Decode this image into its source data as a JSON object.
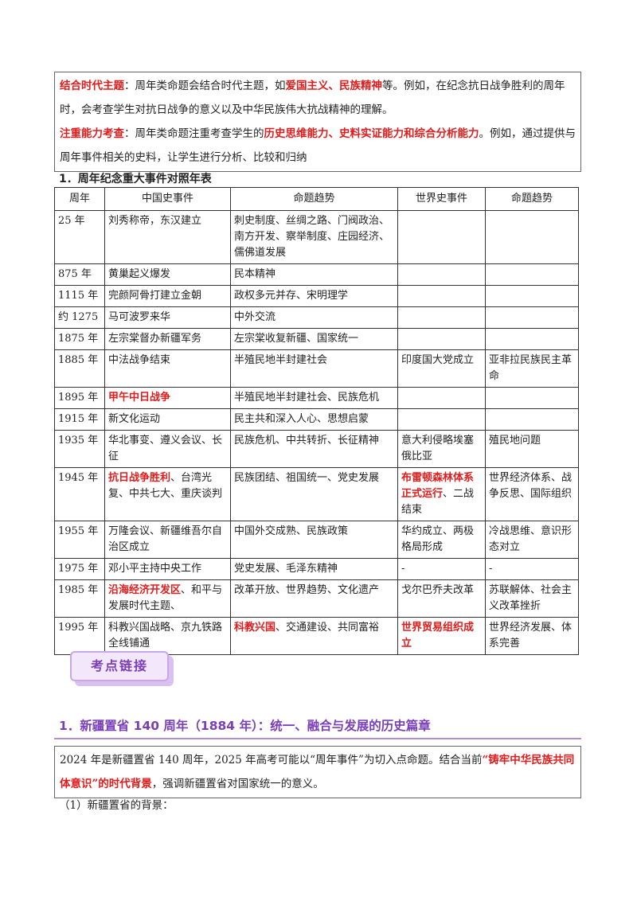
{
  "intro": {
    "p1_label": "结合时代主题",
    "p1_a": "：周年类命题会结合时代主题，如",
    "p1_hl": "爱国主义、民族精神",
    "p1_b": "等。例如，在纪念抗日战争胜利的周年时，会考查学生对抗日战争的意义以及中华民族伟大抗战精神的理解。",
    "p2_label": "注重能力考查",
    "p2_a": "：周年类命题注重考查学生的",
    "p2_hl": "历史思维能力、史料实证能力和综合分析能力",
    "p2_b": "。例如，通过提供与周年事件相关的史料，让学生进行分析、比较和归纳"
  },
  "table_title": "1．周年纪念重大事件对照年表",
  "table": {
    "headers": [
      "周年",
      "中国史事件",
      "命题趋势",
      "世界史事件",
      "命题趋势"
    ],
    "rows": [
      {
        "year": "25 年",
        "cn": "刘秀称帝，东汉建立",
        "cn_trend": "刺史制度、丝绸之路、门阀政治、南方开发、察举制度、庄园经济、儒佛道发展",
        "world": "",
        "world_trend": ""
      },
      {
        "year": "875 年",
        "cn": "黄巢起义爆发",
        "cn_trend": "民本精神",
        "world": "",
        "world_trend": ""
      },
      {
        "year": "1115 年",
        "cn": "完颜阿骨打建立金朝",
        "cn_trend": "政权多元并存、宋明理学",
        "world": "",
        "world_trend": ""
      },
      {
        "year": "约 1275",
        "cn": "马可波罗来华",
        "cn_trend": "中外交流",
        "world": "",
        "world_trend": ""
      },
      {
        "year": "1875 年",
        "cn": "左宗棠督办新疆军务",
        "cn_trend": "左宗棠收复新疆、国家统一",
        "world": "",
        "world_trend": ""
      },
      {
        "year": "1885 年",
        "cn": "中法战争结束",
        "cn_trend": "半殖民地半封建社会",
        "world": "印度国大党成立",
        "world_trend": "亚非拉民族民主革命"
      },
      {
        "year": "1895 年",
        "cn_hl": "甲午中日战争",
        "cn": "",
        "cn_trend": "半殖民地半封建社会、民族危机",
        "world": "",
        "world_trend": ""
      },
      {
        "year": "1915 年",
        "cn": "新文化运动",
        "cn_trend": "民主共和深入人心、思想启蒙",
        "world": "",
        "world_trend": ""
      },
      {
        "year": "1935 年",
        "cn": "华北事变、遵义会议、长征",
        "cn_trend": "民族危机、中共转折、长征精神",
        "world": "意大利侵略埃塞俄比亚",
        "world_trend": "殖民地问题"
      },
      {
        "year": "1945 年",
        "cn_hl": "抗日战争胜利",
        "cn": "、台湾光复、中共七大、重庆谈判",
        "cn_trend": "民族团结、祖国统一、党史发展",
        "world_hl": "布雷顿森林体系正式运行",
        "world": "、二战结束",
        "world_trend": "世界经济体系、战争反思、国际组织"
      },
      {
        "year": "1955 年",
        "cn": "万隆会议、新疆维吾尔自治区成立",
        "cn_trend": "中国外交成熟、民族政策",
        "world": "华约成立、两极格局形成",
        "world_trend": "冷战思维、意识形态对立"
      },
      {
        "year": "1975 年",
        "cn": "邓小平主持中央工作",
        "cn_trend": "党史发展、毛泽东精神",
        "world": "-",
        "world_trend": "-"
      },
      {
        "year": "1985 年",
        "cn_hl": "沿海经济开发区",
        "cn": "、和平与发展时代主题、",
        "cn_trend": "改革开放、世界趋势、文化遗产",
        "world": "戈尔巴乔夫改革",
        "world_trend": "苏联解体、社会主义改革挫折"
      },
      {
        "year": "1995 年",
        "cn": "科教兴国战略、京九铁路全线铺通",
        "cn_trend_hl": "科教兴国",
        "cn_trend": "、交通建设、共同富裕",
        "world_hl": "世界贸易组织成立",
        "world": "",
        "world_trend": "世界经济发展、体系完善"
      }
    ]
  },
  "badge_label": "考点链接",
  "section": {
    "heading": "1．新疆置省 140 周年（1884 年）：统一、融合与发展的历史篇章",
    "box_a": "2024 年是新疆置省 140 周年，2025 年高考可能以“周年事件”为切入点命题。结合当前",
    "box_hl": "“铸牢中华民族共同体意识”的时代背景",
    "box_b": "，强调新疆置省对国家统一的意义。",
    "sub_item": "（1）新疆置省的背景："
  },
  "colors": {
    "highlight": "#e01c1c",
    "accent": "#7a3fb8"
  }
}
